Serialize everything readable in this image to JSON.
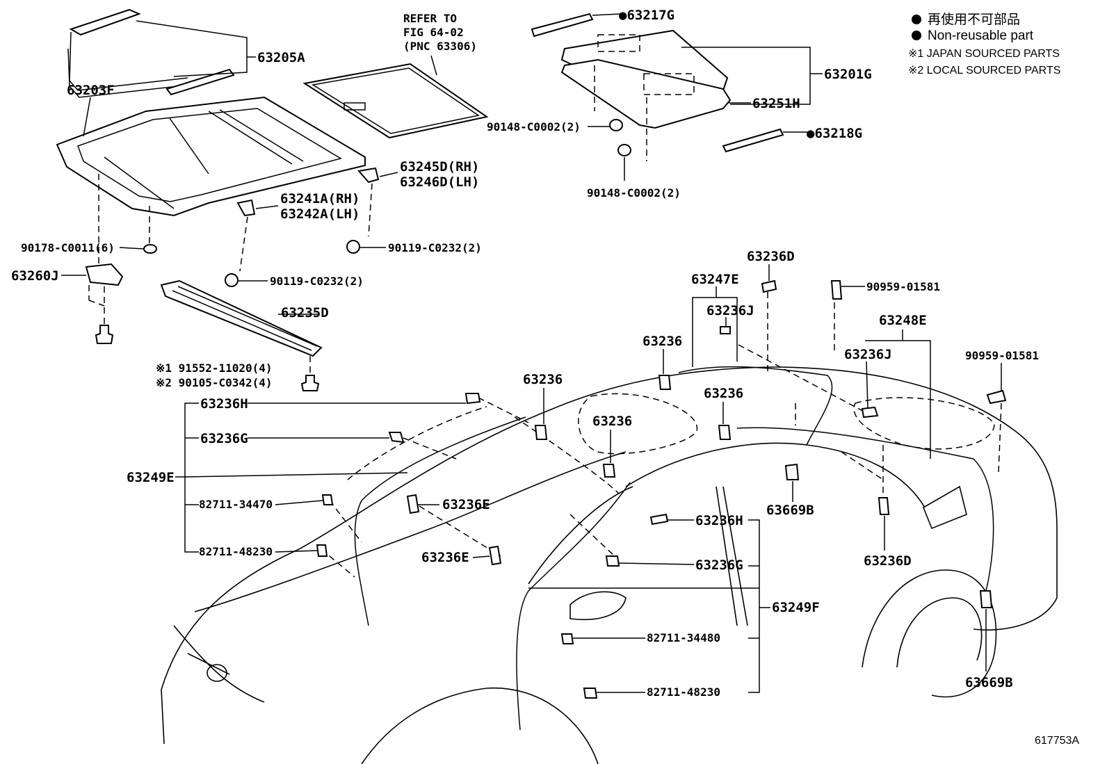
{
  "legend": {
    "non_reusable_jp": "再使用不可部品",
    "non_reusable_en": "Non-reusable part",
    "note1": "※1 JAPAN SOURCED PARTS",
    "note2": "※2 LOCAL SOURCED PARTS"
  },
  "refer": {
    "line1": "REFER TO",
    "line2": "FIG 64-02",
    "line3": "(PNC 63306)"
  },
  "labels": {
    "p63205A": "63205A",
    "p63203F": "63203F",
    "p63217G": "●63217G",
    "p63201G": "63201G",
    "p63251H": "63251H",
    "p63218G": "●63218G",
    "p90148a": "90148-C0002(2)",
    "p90148b": "90148-C0002(2)",
    "p63245D": "63245D(RH)",
    "p63246D": "63246D(LH)",
    "p63241A": "63241A(RH)",
    "p63242A": "63242A(LH)",
    "p90178": "90178-C0011(6)",
    "p90119a": "90119-C0232(2)",
    "p90119b": "90119-C0232(2)",
    "p63260J": "63260J",
    "p63235D": "63235D",
    "p91552": "※1 91552-11020(4)",
    "p90105": "※2 90105-C0342(4)",
    "p63236D_top": "63236D",
    "p63247E": "63247E",
    "p63236J_a": "63236J",
    "p90959a": "90959-01581",
    "p63248E": "63248E",
    "p63236_a": "63236",
    "p63236J_b": "63236J",
    "p90959b": "90959-01581",
    "p63236_b": "63236",
    "p63236_c": "63236",
    "p63236_d": "63236",
    "p63236H_a": "63236H",
    "p63236G_a": "63236G",
    "p63249E": "63249E",
    "p82711_34470": "82711-34470",
    "p82711_48230a": "82711-48230",
    "p63236E_a": "63236E",
    "p63236E_b": "63236E",
    "p63669B_a": "63669B",
    "p63236H_b": "63236H",
    "p63236G_b": "63236G",
    "p63236D_b": "63236D",
    "p63249F": "63249F",
    "p82711_34480": "82711-34480",
    "p82711_48230b": "82711-48230",
    "p63669B_b": "63669B",
    "figure_code": "617753A"
  }
}
